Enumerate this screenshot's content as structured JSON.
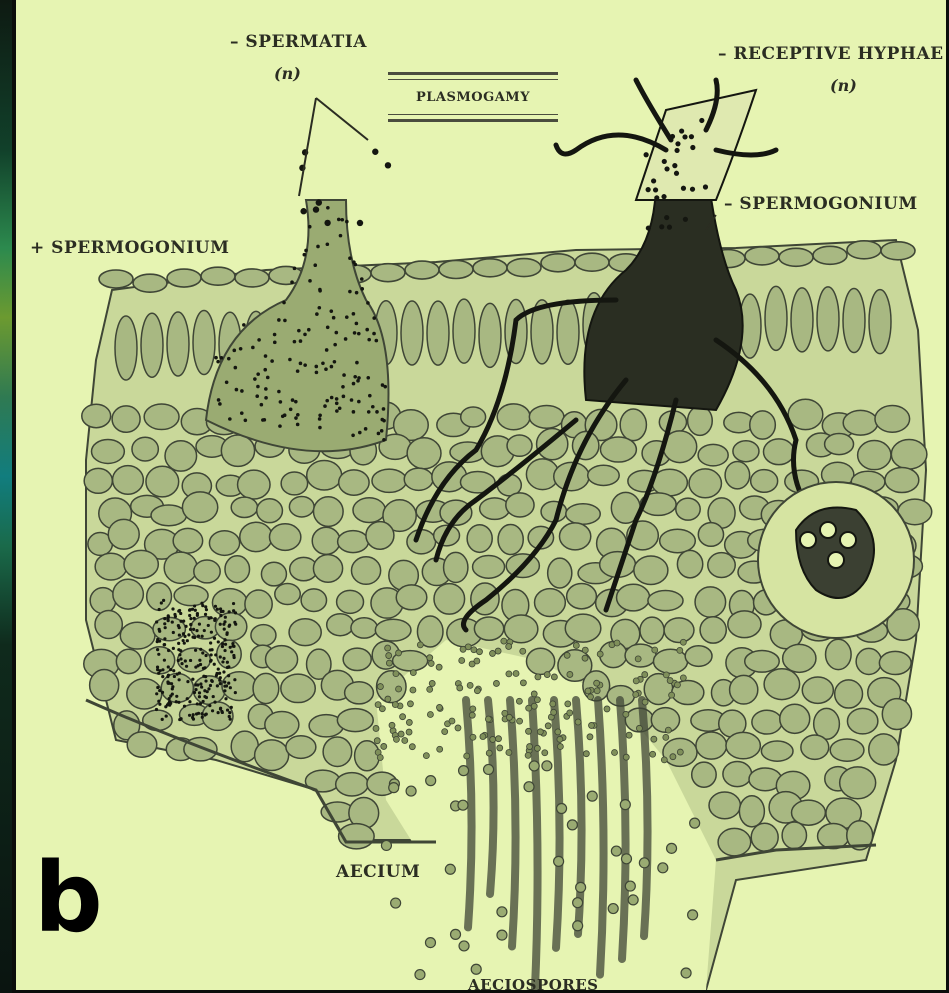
{
  "figure": {
    "panel_letter": "b",
    "labels": {
      "spermatia": "– SPERMATIA",
      "spermatia_ploidy": "(n)",
      "plasmogamy": "PLASMOGAMY",
      "receptive_hyphae": "– RECEPTIVE HYPHAE",
      "receptive_hyphae_ploidy": "(n)",
      "spermogonium_minus": "– SPERMOGONIUM",
      "spermogonium_plus": "+ SPERMOGONIUM",
      "aecium": "AECIUM",
      "aeciospores": "AECIOSPORES"
    }
  },
  "colors": {
    "background": "#e6f4b2",
    "cell_fill": "#a8b882",
    "cell_outline": "#3f4636",
    "hyphae": "#141610",
    "ink": "#2b2d22",
    "frame": "#0b0d0b"
  }
}
